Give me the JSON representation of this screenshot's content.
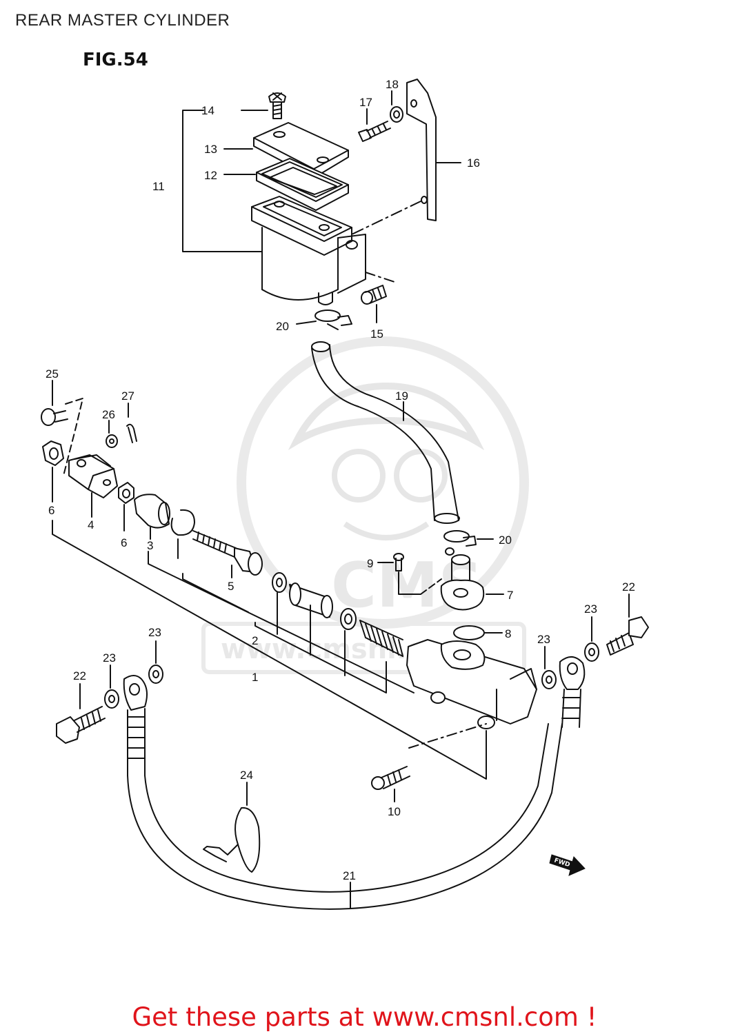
{
  "header": {
    "title": "REAR MASTER CYLINDER",
    "figure": "FIG.54"
  },
  "watermark": {
    "brand": "CMS",
    "url": "www.cmsnl.com"
  },
  "direction_badge": "FWD",
  "callouts": {
    "c1": "1",
    "c2": "2",
    "c3": "3",
    "c4": "4",
    "c5": "5",
    "c6a": "6",
    "c6b": "6",
    "c7": "7",
    "c8": "8",
    "c9": "9",
    "c10": "10",
    "c11": "11",
    "c12": "12",
    "c13": "13",
    "c14": "14",
    "c15": "15",
    "c16": "16",
    "c17": "17",
    "c18": "18",
    "c19": "19",
    "c20a": "20",
    "c20b": "20",
    "c21": "21",
    "c22a": "22",
    "c22b": "22",
    "c23a": "23",
    "c23b": "23",
    "c23c": "23",
    "c23d": "23",
    "c24": "24",
    "c25": "25",
    "c26": "26",
    "c27": "27"
  },
  "footer": {
    "text": "Get these parts at www.cmsnl.com !"
  }
}
